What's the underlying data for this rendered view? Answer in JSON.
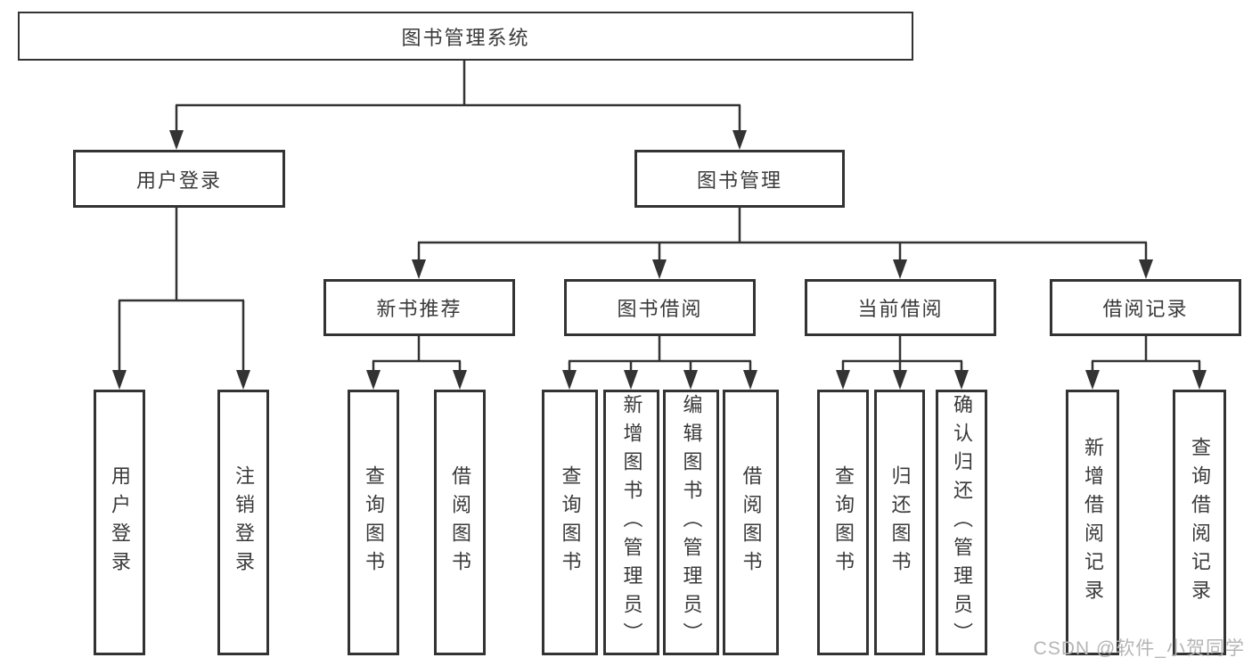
{
  "nodes": {
    "root": {
      "label": "图书管理系统"
    },
    "user_login": {
      "label": "用户登录",
      "children": [
        {
          "label": "用户登录"
        },
        {
          "label": "注销登录"
        }
      ]
    },
    "book_mgmt": {
      "label": "图书管理",
      "groups": [
        {
          "label": "新书推荐",
          "children": [
            {
              "label": "查询图书"
            },
            {
              "label": "借阅图书"
            }
          ]
        },
        {
          "label": "图书借阅",
          "children": [
            {
              "label": "查询图书"
            },
            {
              "label": "新增图书（管理员）"
            },
            {
              "label": "编辑图书（管理员）"
            },
            {
              "label": "借阅图书"
            }
          ]
        },
        {
          "label": "当前借阅",
          "children": [
            {
              "label": "查询图书"
            },
            {
              "label": "归还图书"
            },
            {
              "label": "确认归还（管理员）"
            }
          ]
        },
        {
          "label": "借阅记录",
          "children": [
            {
              "label": "新增借阅记录"
            },
            {
              "label": "查询借阅记录"
            }
          ]
        }
      ]
    }
  },
  "watermark": {
    "text": "CSDN @软件_小贺同学"
  },
  "colors": {
    "line": "#333333",
    "box_border": "#333333",
    "text": "#3a3a3a",
    "watermark": "#b5b5b5",
    "background": "#ffffff"
  }
}
